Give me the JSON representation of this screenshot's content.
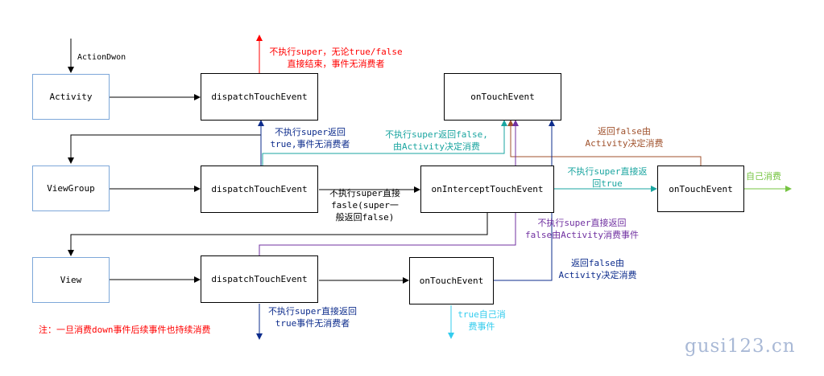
{
  "nodes": {
    "activity": "Activity",
    "viewgroup": "ViewGroup",
    "view": "View",
    "activity_dispatch": "dispatchTouchEvent",
    "viewgroup_dispatch": "dispatchTouchEvent",
    "view_dispatch": "dispatchTouchEvent",
    "activity_ontouch": "onTouchEvent",
    "intercept": "onInterceptTouchEvent",
    "viewgroup_ontouch": "onTouchEvent",
    "view_ontouch": "onTouchEvent"
  },
  "labels": {
    "action_down": "ActionDwon",
    "red_1": "不执行super，无论true/false",
    "red_2": "直接结束，事件无消费者",
    "blue_1": "不执行super返回",
    "blue_2": "true,事件无消费者",
    "teal_1": "不执行super返回false,",
    "teal_2": "由Activity决定消费",
    "brown_1": "返回false由",
    "brown_2": "Activity决定消费",
    "intercept_1": "不执行super直接",
    "intercept_2": "fasle(super一",
    "intercept_3": "般返回false)",
    "intercept_true_1": "不执行super直接返",
    "intercept_true_2": "回true",
    "self_consume": "自己消费",
    "purple_1": "不执行super直接返回",
    "purple_2": "false由Activity消费事件",
    "navy_1": "返回false由",
    "navy_2": "Activity决定消费",
    "view_dispatch_1": "不执行super直接返回",
    "view_dispatch_2": "true事件无消费者",
    "cyan_1": "true自己消",
    "cyan_2": "费事件",
    "footnote": "注：一旦消费down事件后续事件也持续消费"
  },
  "colors": {
    "red": "#ff0000",
    "navy": "#0d2c8c",
    "teal": "#1aa5a0",
    "brown": "#a0522d",
    "purple": "#7030a0",
    "green": "#76c442",
    "cyan": "#33ccee",
    "box_border": "#7da7d9"
  },
  "watermark": "gusi123.cn"
}
